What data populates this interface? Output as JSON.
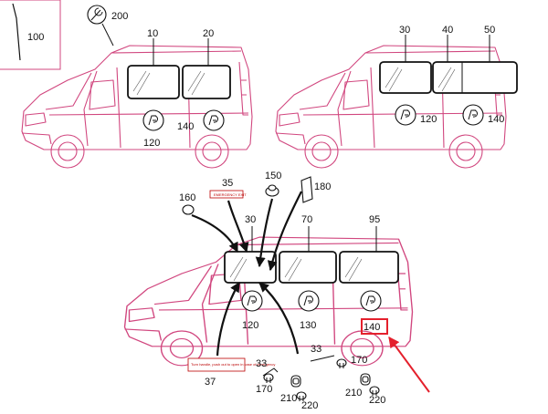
{
  "labels": {
    "c100": "100",
    "c200": "200",
    "v1_10": "10",
    "v1_20": "20",
    "v1_140": "140",
    "v1_120": "120",
    "v2_30": "30",
    "v2_40": "40",
    "v2_50": "50",
    "v2_120": "120",
    "v2_140": "140",
    "m_35": "35",
    "m_150": "150",
    "m_180": "180",
    "m_160": "160",
    "m_30": "30",
    "m_70": "70",
    "m_95": "95",
    "m_120": "120",
    "m_130": "130",
    "m_140": "140",
    "m_37": "37",
    "m_33a": "33",
    "m_33b": "33",
    "m_170a": "170",
    "m_170b": "170",
    "m_210a": "210",
    "m_220a": "220",
    "m_210b": "210",
    "m_220b": "220"
  },
  "sticker_text": {
    "emergency_exit": "EMERGENCY EXIT",
    "instructions": "Turn handle, push out to open in case of emergency"
  },
  "colors": {
    "van_outline": "#d1477f",
    "highlight": "#e4202c",
    "ink": "#111111"
  }
}
